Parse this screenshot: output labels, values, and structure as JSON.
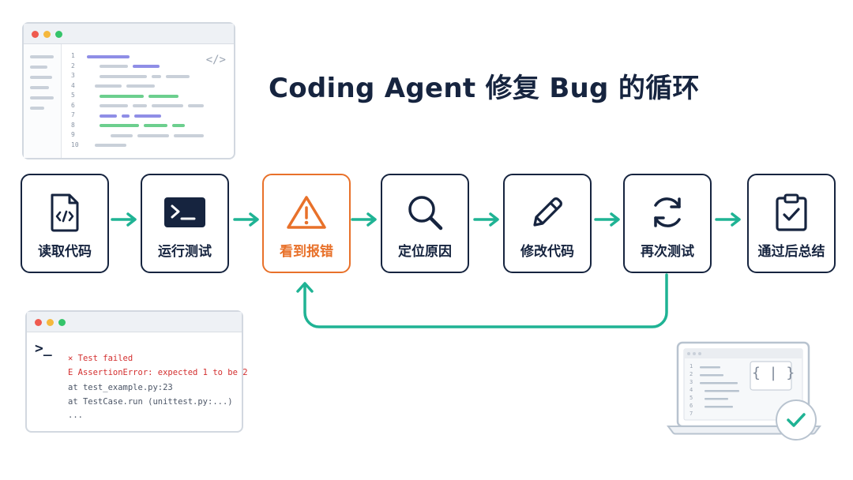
{
  "title": "Coding Agent 修复 Bug 的循环",
  "code_window": {
    "line_numbers": [
      "1",
      "2",
      "3",
      "4",
      "5",
      "6",
      "7",
      "8",
      "9",
      "10"
    ],
    "tag": "</>"
  },
  "steps": [
    {
      "label": "读取代码",
      "icon": "file-code-icon"
    },
    {
      "label": "运行测试",
      "icon": "terminal-icon"
    },
    {
      "label": "看到报错",
      "icon": "warning-icon"
    },
    {
      "label": "定位原因",
      "icon": "search-icon"
    },
    {
      "label": "修改代码",
      "icon": "pencil-icon"
    },
    {
      "label": "再次测试",
      "icon": "refresh-icon"
    },
    {
      "label": "通过后总结",
      "icon": "clipboard-check-icon"
    }
  ],
  "terminal": {
    "prompt": ">_",
    "lines": [
      {
        "text": "✕  Test failed",
        "tone": "error"
      },
      {
        "text": "E  AssertionError: expected 1 to be 2",
        "tone": "error"
      },
      {
        "text": "   at test_example.py:23",
        "tone": "normal"
      },
      {
        "text": "   at TestCase.run (unittest.py:...)",
        "tone": "normal"
      },
      {
        "text": "   ...",
        "tone": "normal"
      }
    ]
  },
  "laptop": {
    "line_numbers": [
      "1",
      "2",
      "3",
      "4",
      "5",
      "6",
      "7"
    ],
    "tag": "{ | }"
  },
  "colors": {
    "navy": "#16243f",
    "accent_orange": "#e8712a",
    "teal": "#1fb394",
    "error_red": "#d32f2f"
  }
}
